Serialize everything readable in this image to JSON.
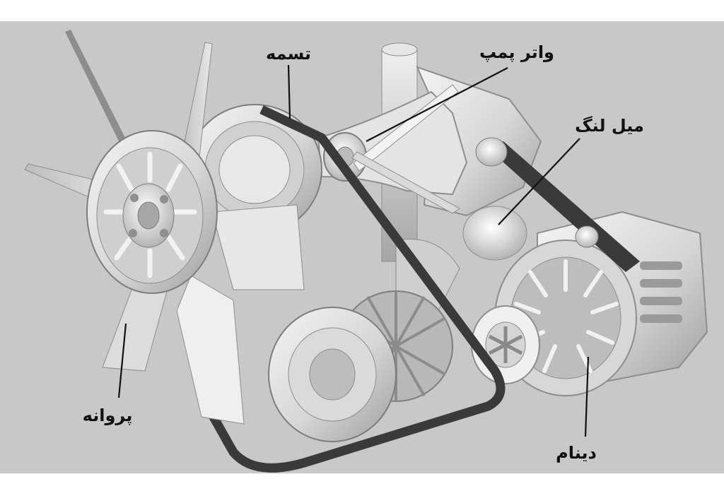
{
  "diagram": {
    "labels": {
      "belt": "تسمه",
      "water_pump": "واتر پمپ",
      "crankshaft": "میل لنگ",
      "fan": "پروانه",
      "alternator": "دینام"
    },
    "colors": {
      "background": "#c8c8c8",
      "frame": "#ffffff",
      "belt": "#3a3a3a",
      "metal_light": "#ececec",
      "metal_mid": "#d2d2d2",
      "metal_dark": "#a9a9a9",
      "label_text": "#111111"
    }
  }
}
